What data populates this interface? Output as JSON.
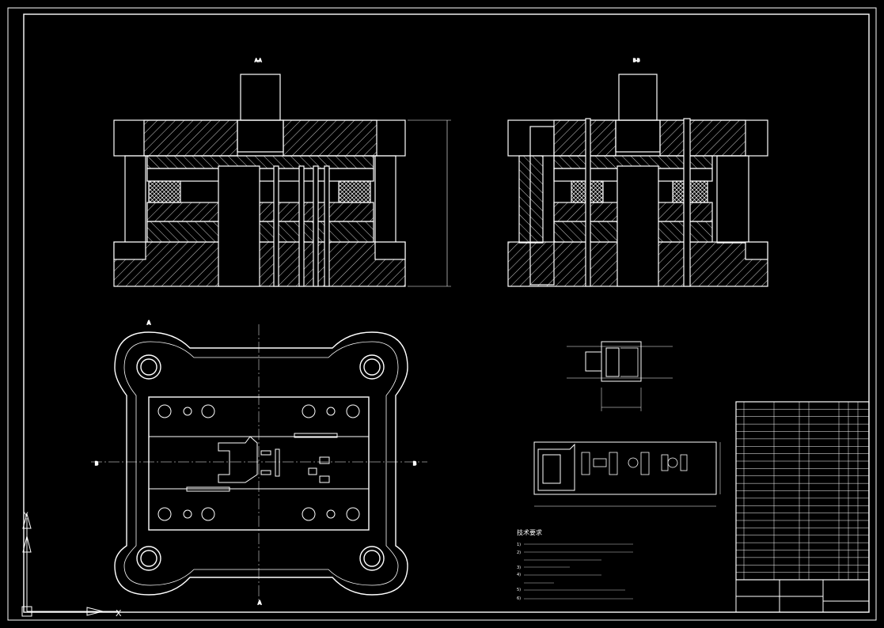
{
  "colors": {
    "background": "#000000",
    "line": "#ffffff",
    "hatch": "#ffffff",
    "ucs": "#ffffff"
  },
  "views": {
    "section_left_label": "A-A",
    "section_right_label": "B-B",
    "plan_top_marker": "A",
    "plan_bottom_marker": "A",
    "plan_left_marker": "B",
    "plan_right_marker": "B"
  },
  "notes": {
    "heading": "技术要求",
    "items": [
      "1) ",
      "2) ",
      "3) ",
      "4) ",
      "5) ",
      "6) "
    ]
  },
  "ucs": {
    "x_label": "X",
    "y_label": "Y"
  }
}
